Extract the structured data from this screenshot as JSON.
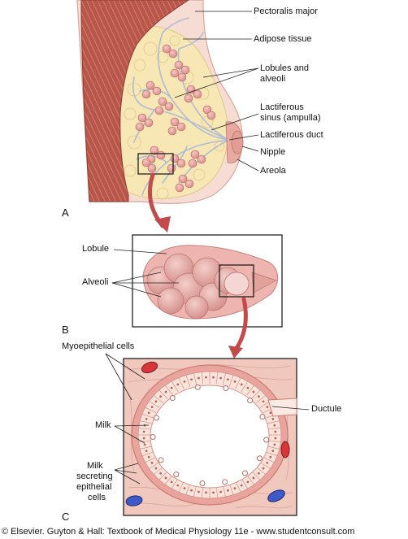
{
  "labels": {
    "pectoralis_major": "Pectoralis major",
    "adipose_tissue": "Adipose tissue",
    "lobules_alveoli_line1": "Lobules and",
    "lobules_alveoli_line2": "alveoli",
    "lactiferous_sinus_line1": "Lactiferous",
    "lactiferous_sinus_line2": "sinus (ampulla)",
    "lactiferous_duct": "Lactiferous duct",
    "nipple": "Nipple",
    "areola": "Areola",
    "lobule": "Lobule",
    "alveoli": "Alveoli",
    "myoepithelial_cells": "Myoepithelial cells",
    "ductule": "Ductule",
    "milk": "Milk",
    "milk_secreting_line1": "Milk",
    "milk_secreting_line2": "secreting",
    "milk_secreting_line3": "epithelial",
    "milk_secreting_line4": "cells"
  },
  "panels": {
    "a": "A",
    "b": "B",
    "c": "C"
  },
  "footer": "© Elsevier. Guyton & Hall: Textbook of Medical Physiology 11e - www.studentconsult.com",
  "colors": {
    "muscle": "#b8564a",
    "adipose": "#f7e7b4",
    "duct": "#aebad0",
    "lobule": "#e7a3a1",
    "skin": "#f6dcd2",
    "arrow": "#c24a4a",
    "tissue": "#f1c8bd",
    "lumen": "#ffffff"
  }
}
